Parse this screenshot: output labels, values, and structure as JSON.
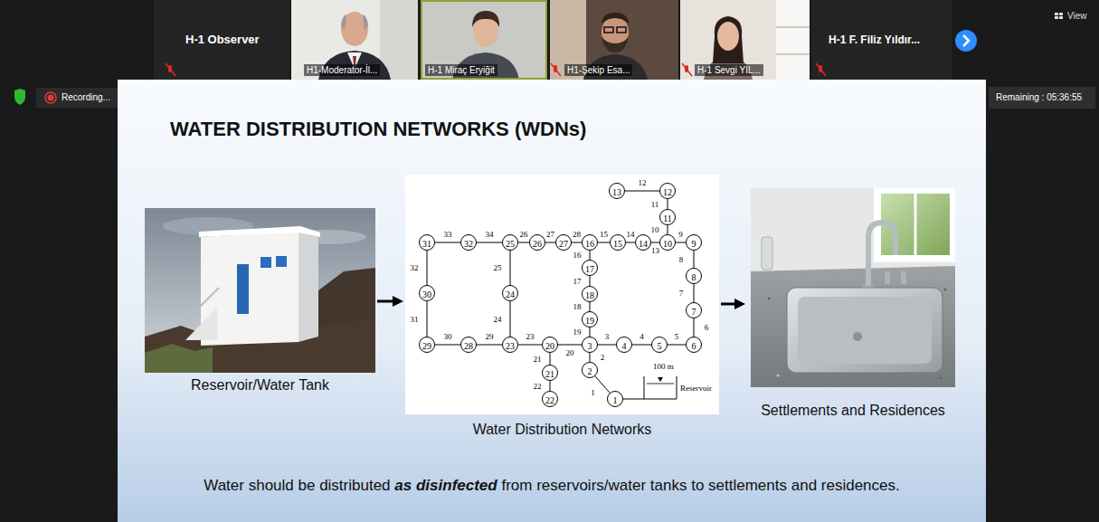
{
  "diagram": {
    "title": "WATER DISTRIBUTION NETWORKS (WDNs)",
    "nodes": [
      {
        "text": [
          "Reservoir/Water Tank"
        ]
      },
      {
        "text": [
          "Water Distribution Networks"
        ]
      },
      {
        "text": [
          "Settlements and Residences"
        ]
      },
      {
        "text": [
          "1"
        ],
        "in": 1
      },
      {
        "text": [
          "2"
        ],
        "in": 1
      },
      {
        "text": [
          "3"
        ],
        "in": 1
      },
      {
        "text": [
          "4"
        ],
        "in": 1
      },
      {
        "text": [
          "5"
        ],
        "in": 1
      },
      {
        "text": [
          "6"
        ],
        "in": 1
      },
      {
        "text": [
          "7"
        ],
        "in": 1
      },
      {
        "text": [
          "8"
        ],
        "in": 1
      },
      {
        "text": [
          "9"
        ],
        "in": 1
      },
      {
        "text": [
          "10"
        ],
        "in": 1
      },
      {
        "text": [
          "11"
        ],
        "in": 1
      },
      {
        "text": [
          "12"
        ],
        "in": 1
      },
      {
        "text": [
          "13"
        ],
        "in": 1
      },
      {
        "text": [
          "14"
        ],
        "in": 1
      },
      {
        "text": [
          "15"
        ],
        "in": 1
      },
      {
        "text": [
          "16"
        ],
        "in": 1
      },
      {
        "text": [
          "17"
        ],
        "in": 1
      },
      {
        "text": [
          "18"
        ],
        "in": 1
      },
      {
        "text": [
          "19"
        ],
        "in": 1
      },
      {
        "text": [
          "20"
        ],
        "in": 1
      },
      {
        "text": [
          "21"
        ],
        "in": 1
      },
      {
        "text": [
          "22"
        ],
        "in": 1
      },
      {
        "text": [
          "23"
        ],
        "in": 1
      },
      {
        "text": [
          "24"
        ],
        "in": 1
      },
      {
        "text": [
          "25"
        ],
        "in": 1
      },
      {
        "text": [
          "26"
        ],
        "in": 1
      },
      {
        "text": [
          "27"
        ],
        "in": 1
      },
      {
        "text": [
          "28"
        ],
        "in": 1
      },
      {
        "text": [
          "29"
        ],
        "in": 1
      },
      {
        "text": [
          "30"
        ],
        "in": 1
      },
      {
        "text": [
          "31"
        ],
        "in": 1
      },
      {
        "text": [
          "32"
        ],
        "in": 1
      }
    ],
    "edges": [
      {
        "from": 0,
        "to": 1,
        "arrow": "to"
      },
      {
        "from": 1,
        "to": 2,
        "arrow": "to"
      },
      {
        "from": 3,
        "to": 4,
        "label": "1",
        "arrow": "none"
      },
      {
        "from": 4,
        "to": 5,
        "label": "2",
        "arrow": "none"
      },
      {
        "from": 5,
        "to": 6,
        "label": "3",
        "arrow": "none"
      },
      {
        "from": 6,
        "to": 7,
        "label": "4",
        "arrow": "none"
      },
      {
        "from": 7,
        "to": 8,
        "label": "5",
        "arrow": "none"
      },
      {
        "from": 8,
        "to": 9,
        "label": "6",
        "arrow": "none"
      },
      {
        "from": 9,
        "to": 10,
        "label": "7",
        "arrow": "none"
      },
      {
        "from": 10,
        "to": 11,
        "label": "8",
        "arrow": "none"
      },
      {
        "from": 11,
        "to": 12,
        "label": "9",
        "arrow": "none"
      },
      {
        "from": 12,
        "to": 13,
        "label": "10",
        "arrow": "none"
      },
      {
        "from": 13,
        "to": 14,
        "label": "11",
        "arrow": "none"
      },
      {
        "from": 14,
        "to": 15,
        "label": "12",
        "arrow": "none"
      },
      {
        "from": 12,
        "to": 16,
        "label": "13",
        "arrow": "none"
      },
      {
        "from": 16,
        "to": 17,
        "label": "14",
        "arrow": "none"
      },
      {
        "from": 17,
        "to": 18,
        "label": "15",
        "arrow": "none"
      },
      {
        "from": 18,
        "to": 19,
        "label": "16",
        "arrow": "none"
      },
      {
        "from": 19,
        "to": 20,
        "label": "17",
        "arrow": "none"
      },
      {
        "from": 20,
        "to": 21,
        "label": "18",
        "arrow": "none"
      },
      {
        "from": 21,
        "to": 5,
        "label": "19",
        "arrow": "none"
      },
      {
        "from": 5,
        "to": 22,
        "label": "20",
        "arrow": "none"
      },
      {
        "from": 22,
        "to": 23,
        "label": "21",
        "arrow": "none"
      },
      {
        "from": 23,
        "to": 24,
        "label": "22",
        "arrow": "none"
      },
      {
        "from": 22,
        "to": 25,
        "label": "23",
        "arrow": "none"
      },
      {
        "from": 25,
        "to": 26,
        "label": "24",
        "arrow": "none"
      },
      {
        "from": 26,
        "to": 27,
        "label": "25",
        "arrow": "none"
      },
      {
        "from": 27,
        "to": 28,
        "label": "26",
        "arrow": "none"
      },
      {
        "from": 28,
        "to": 29,
        "label": "27",
        "arrow": "none"
      },
      {
        "from": 29,
        "to": 18,
        "label": "28",
        "arrow": "none"
      },
      {
        "from": 25,
        "to": 30,
        "label": "29",
        "arrow": "none"
      },
      {
        "from": 30,
        "to": 31,
        "label": "30",
        "arrow": "none"
      },
      {
        "from": 31,
        "to": 32,
        "label": "31",
        "arrow": "none"
      },
      {
        "from": 32,
        "to": 33,
        "label": "32",
        "arrow": "none"
      },
      {
        "from": 33,
        "to": 34,
        "label": "33",
        "arrow": "none"
      },
      {
        "from": 34,
        "to": 27,
        "label": "34",
        "arrow": "none"
      }
    ],
    "labels": [
      "H-1 Observer",
      "H1-Moderator-İl...",
      "H-1 Miraç Eryiğit",
      "H1-Şekip Esa...",
      "H-1 Sevgi YIL...",
      "H-1 F. Filiz Yıldır...",
      "View",
      "Recording...",
      "Remaining : 05:36:55",
      "100 m",
      "Reservoir",
      "Water should be distributed",
      "as disinfected",
      "from reservoirs/water tanks to settlements and residences."
    ]
  }
}
